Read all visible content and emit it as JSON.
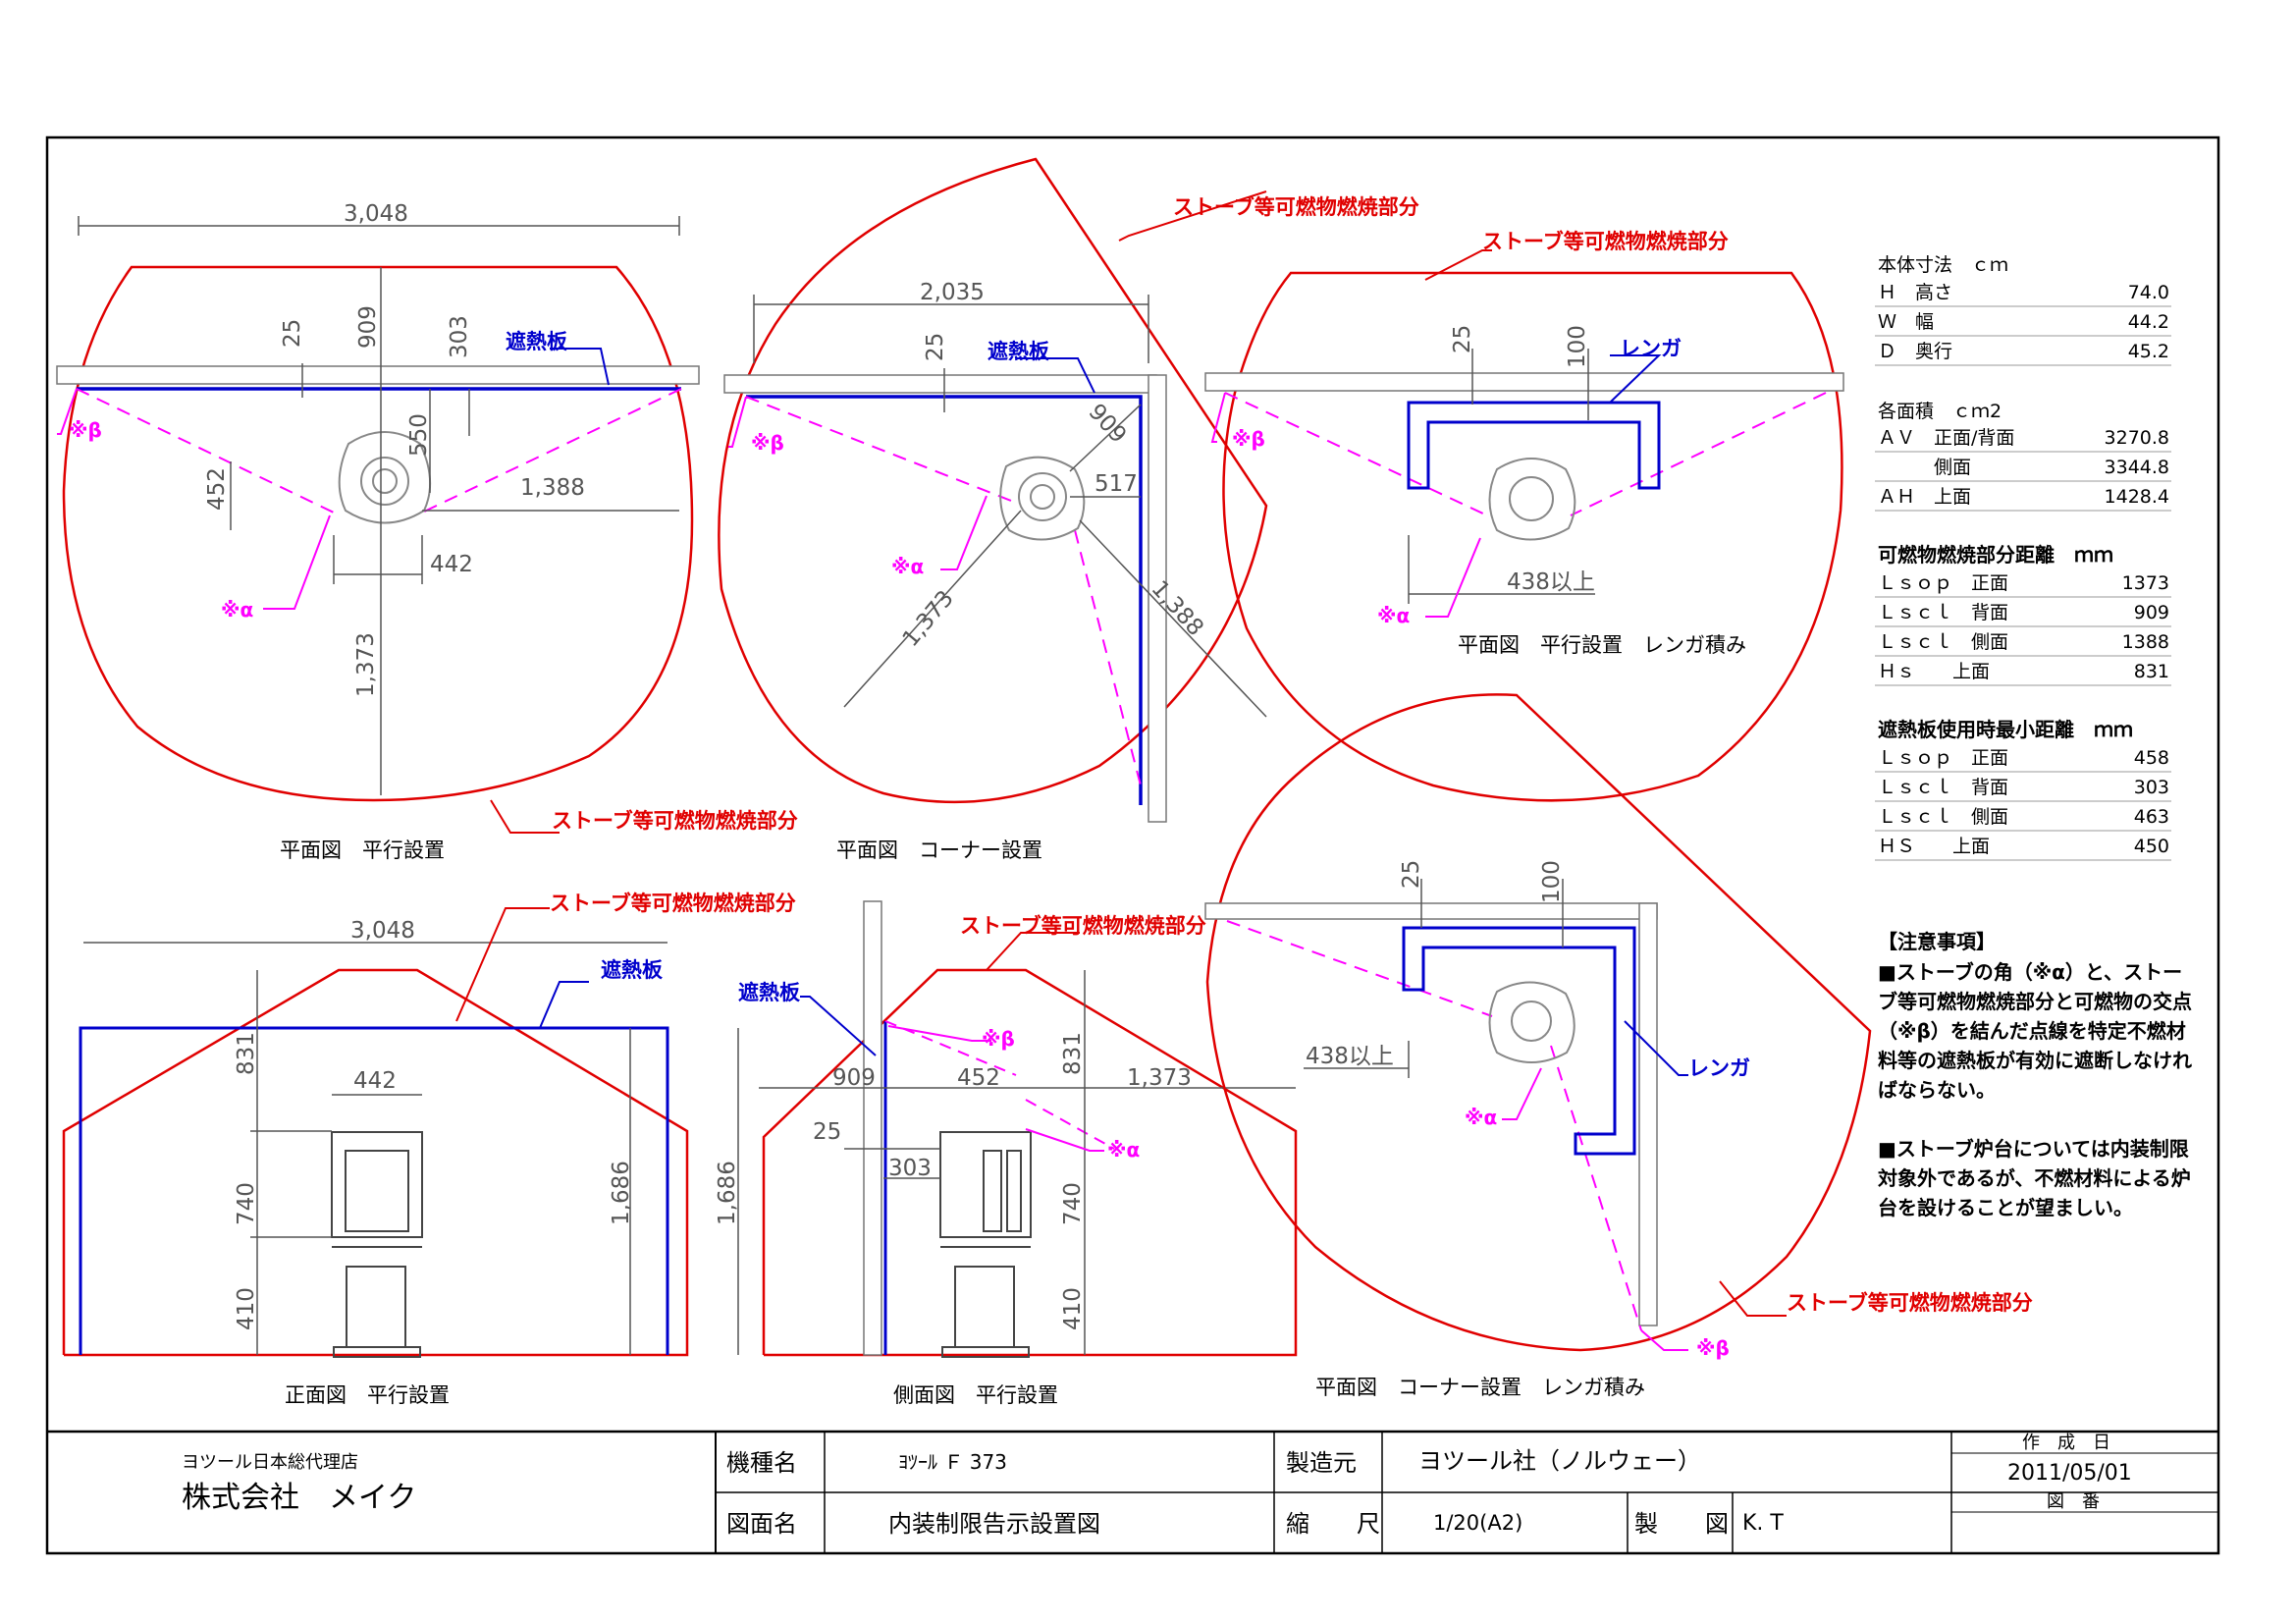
{
  "labels": {
    "combustion": "ストーブ等可燃物燃焼部分",
    "shield": "遮熱板",
    "brick": "レンガ",
    "alpha": "※α",
    "beta": "※β"
  },
  "views": {
    "plan_parallel": "平面図　平行設置",
    "plan_corner": "平面図　コーナー設置",
    "plan_parallel_brick": "平面図　平行設置　レンガ積み",
    "front_parallel": "正面図　平行設置",
    "side_parallel": "側面図　平行設置",
    "plan_corner_brick": "平面図　コーナー設置　レンガ積み"
  },
  "dims": {
    "d3048": "3,048",
    "d909": "909",
    "d25": "25",
    "d303": "303",
    "d550": "550",
    "d452": "452",
    "d1388": "1,388",
    "d442": "442",
    "d1373": "1,373",
    "d2035": "2,035",
    "d517": "517",
    "d100": "100",
    "d438": "438以上",
    "d831": "831",
    "d740": "740",
    "d410": "410",
    "d1686": "1,686"
  },
  "specs": {
    "body_title": "本体寸法　ｃｍ",
    "body_rows": [
      {
        "k": "Ｈ　高さ",
        "v": "74.0"
      },
      {
        "k": "Ｗ　幅",
        "v": "44.2"
      },
      {
        "k": "Ｄ　奥行",
        "v": "45.2"
      }
    ],
    "area_title": "各面積　ｃｍ2",
    "area_rows": [
      {
        "k": "ＡＶ　正面/背面",
        "v": "3270.8"
      },
      {
        "k": "　　　側面",
        "v": "3344.8"
      },
      {
        "k": "ＡＨ　上面",
        "v": "1428.4"
      }
    ],
    "dist_title": "可燃物燃焼部分距離　ｍｍ",
    "dist_rows": [
      {
        "k": "Ｌｓｏｐ　正面",
        "v": "1373"
      },
      {
        "k": "Ｌｓｃｌ　背面",
        "v": "909"
      },
      {
        "k": "Ｌｓｃｌ　側面",
        "v": "1388"
      },
      {
        "k": "Ｈｓ　　上面",
        "v": "831"
      }
    ],
    "min_title": "遮熱板使用時最小距離　ｍｍ",
    "min_rows": [
      {
        "k": "Ｌｓｏｐ　正面",
        "v": "458"
      },
      {
        "k": "Ｌｓｃｌ　背面",
        "v": "303"
      },
      {
        "k": "Ｌｓｃｌ　側面",
        "v": "463"
      },
      {
        "k": "ＨＳ　　上面",
        "v": "450"
      }
    ]
  },
  "notes": {
    "title": "【注意事項】",
    "lines": [
      "■ストーブの角（※α）と、ストー",
      "ブ等可燃物燃焼部分と可燃物の交点",
      "（※β）を結んだ点線を特定不燃材",
      "料等の遮熱板が有効に遮断しなけれ",
      "ばならない。",
      "",
      "■ストーブ炉台については内装制限",
      "対象外であるが、不燃材料による炉",
      "台を設けることが望ましい。"
    ]
  },
  "title_block": {
    "agency": "ヨツール日本総代理店",
    "company": "株式会社　メイク",
    "model_label": "機種名",
    "model_value": "ﾖﾂｰﾙ Ｆ 373",
    "maker_label": "製造元",
    "maker_value": "ヨツール社（ノルウェー）",
    "date_label": "作　成　日",
    "date_value": "2011/05/01",
    "drawing_label": "図面名",
    "drawing_value": "内装制限告示設置図",
    "scale_label": "縮　　尺",
    "scale_value": "1/20(A2)",
    "drafter_label": "製　　図",
    "drafter_value": "K. T",
    "number_label": "図　番"
  }
}
